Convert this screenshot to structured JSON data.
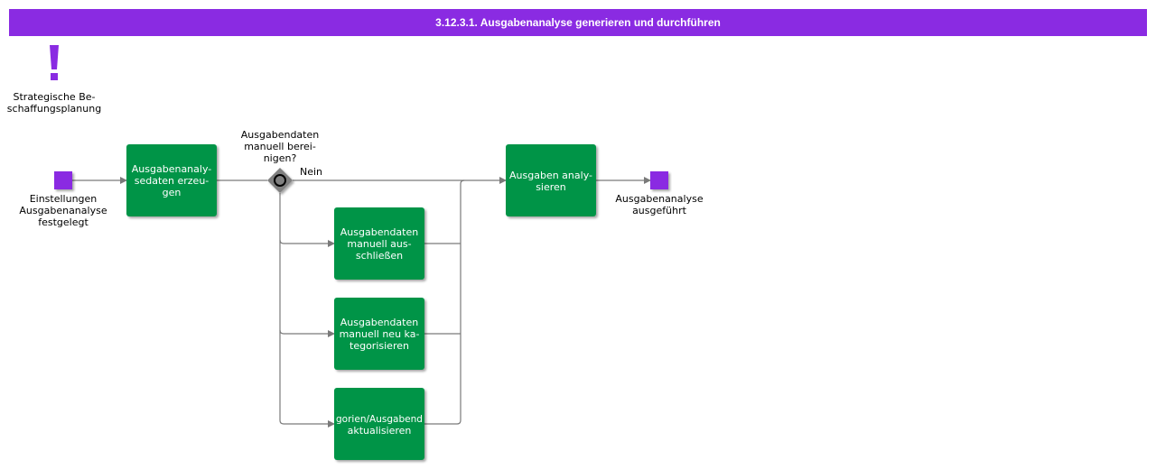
{
  "title": "3.12.3.1. Ausgabenanalyse generieren und durchführen",
  "colors": {
    "header": "#8a2be2",
    "event": "#8a2be2",
    "activity": "#039447",
    "gateway": "#808080",
    "connector": "#7a7a7a"
  },
  "trigger": {
    "icon": "exclamation-icon",
    "label_lines": [
      "Strategische Be-",
      "schaffungsplanung"
    ]
  },
  "start_event": {
    "label_lines": [
      "Einstellungen",
      "Ausgabenanalyse",
      "festgelegt"
    ]
  },
  "gateway": {
    "label_lines": [
      "Ausgabendaten",
      "manuell berei-",
      "nigen?"
    ],
    "branch_no_label": "Nein"
  },
  "activities": {
    "generate": [
      "Ausgabenanaly-",
      "sedaten erzeu-",
      "gen"
    ],
    "exclude": [
      "Ausgabendaten",
      "manuell aus-",
      "schließen"
    ],
    "recategorize": [
      "Ausgabendaten",
      "manuell neu ka-",
      "tegorisieren"
    ],
    "update": [
      "gorien/Ausgabend",
      "aktualisieren"
    ],
    "analyze": [
      "Ausgaben analy-",
      "sieren"
    ]
  },
  "end_event": {
    "label_lines": [
      "Ausgabenanalyse",
      "ausgeführt"
    ]
  }
}
